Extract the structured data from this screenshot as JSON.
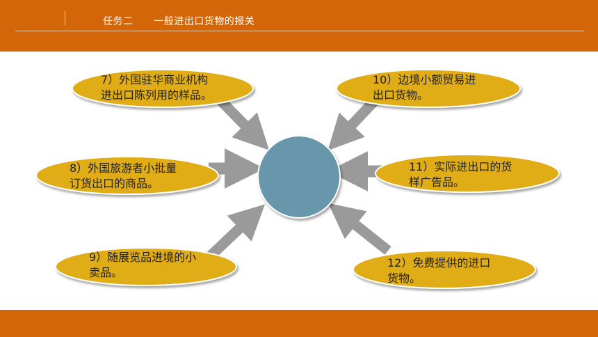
{
  "header": {
    "title": "任务二      一般进出口货物的报关"
  },
  "colors": {
    "accent": "#d4660a",
    "ellipse": "#e0ad12",
    "circle": "#6896ab",
    "arrow": "#9a9a9a"
  },
  "diagram": {
    "items": [
      {
        "line1": "7）外国驻华商业机构",
        "line2": "进出口陈列用的样品。"
      },
      {
        "line1": "10）边境小额贸易进",
        "line2": "出口货物。"
      },
      {
        "line1": "8）外国旅游者小批量",
        "line2": "订货出口的商品。"
      },
      {
        "line1": "11）实际进出口的货",
        "line2": "样广告品。"
      },
      {
        "line1": "9）随展览品进境的小",
        "line2": "卖品。"
      },
      {
        "line1": "12）免费提供的进口",
        "line2": "货物。"
      }
    ]
  }
}
